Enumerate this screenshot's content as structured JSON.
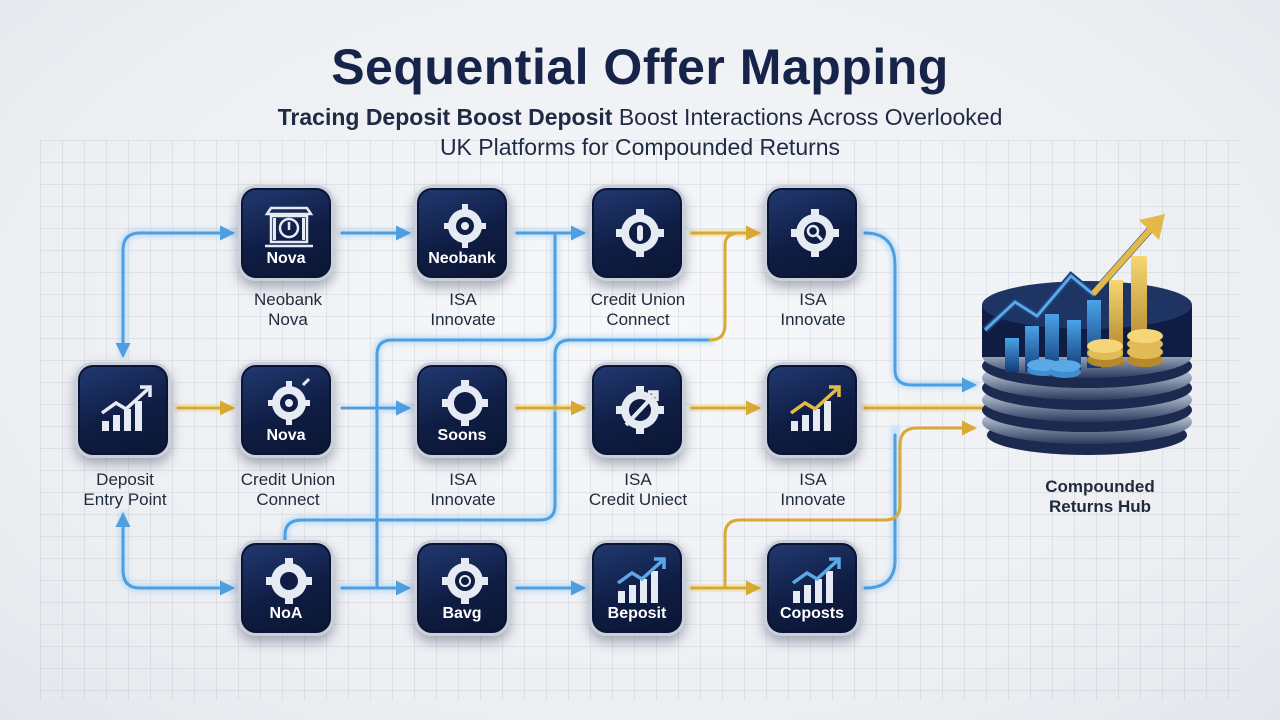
{
  "title": "Sequential Offer Mapping",
  "subtitle": {
    "bold": "Tracing Deposit Boost Deposit",
    "rest": "Boost Interactions Across Overlooked",
    "line2": "UK Platforms for Compounded Returns"
  },
  "nodes": [
    {
      "id": "entry",
      "icon": "growth-chart-icon",
      "label": "",
      "caption": "Deposit\nEntry Point"
    },
    {
      "id": "r1c1",
      "icon": "bank-building-icon",
      "label": "Nova",
      "caption": "Neobank\nNova"
    },
    {
      "id": "r1c2",
      "icon": "gear-icon",
      "label": "Neobank",
      "caption": "ISA\nInnovate"
    },
    {
      "id": "r1c3",
      "icon": "gear-icon",
      "label": "",
      "caption": "Credit Union\nConnect"
    },
    {
      "id": "r1c4",
      "icon": "gear-search-icon",
      "label": "",
      "caption": "ISA\nInnovate"
    },
    {
      "id": "r2c1",
      "icon": "gear-icon",
      "label": "Nova",
      "caption": "Credit Union\nConnect"
    },
    {
      "id": "r2c2",
      "icon": "gear-icon",
      "label": "Soons",
      "caption": "ISA\nInnovate"
    },
    {
      "id": "r2c3",
      "icon": "gear-arrow-icon",
      "label": "",
      "caption": "ISA\nCredit Uniect"
    },
    {
      "id": "r2c4",
      "icon": "growth-chart-icon",
      "label": "",
      "caption": "ISA\nInnovate"
    },
    {
      "id": "r3c1",
      "icon": "gear-icon",
      "label": "NoA",
      "caption": ""
    },
    {
      "id": "r3c2",
      "icon": "gear-icon",
      "label": "Bavg",
      "caption": ""
    },
    {
      "id": "r3c3",
      "icon": "growth-chart-icon",
      "label": "Beposit",
      "caption": ""
    },
    {
      "id": "r3c4",
      "icon": "growth-chart-icon",
      "label": "Coposts",
      "caption": ""
    }
  ],
  "hub": {
    "icon": "coins-growth-icon",
    "caption": "Compounded\nReturns Hub"
  },
  "colors": {
    "title": "#17244a",
    "node": "#0f1d44",
    "blue_link": "#5aa9e6",
    "gold_link": "#e3b94a"
  }
}
